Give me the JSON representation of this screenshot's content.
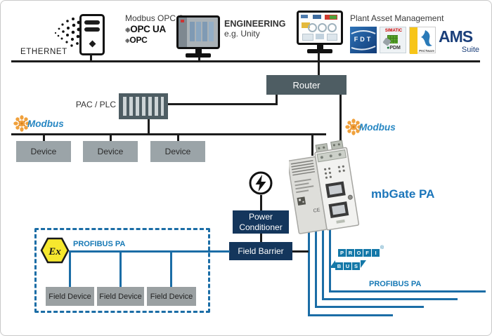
{
  "labels": {
    "ethernet": "ETHERNET"
  },
  "server": {
    "title": "Modbus OPC Server",
    "logo_opcua": "OPC UA",
    "logo_opc": "OPC"
  },
  "engineering": {
    "title": "ENGINEERING",
    "subtitle": "e.g. Unity"
  },
  "pam": {
    "title": "Plant Asset Management",
    "logos": {
      "fdt": "FDT",
      "simatic": "SIMATIC",
      "pdm": "PDM",
      "pactware": "PACTware",
      "ams": "AMS",
      "ams_suite": "Suite"
    }
  },
  "router": {
    "label": "Router"
  },
  "pac_plc": {
    "label": "PAC / PLC"
  },
  "modbus_left": {
    "label": "Modbus"
  },
  "modbus_right": {
    "label": "Modbus"
  },
  "devices": [
    "Device",
    "Device",
    "Device"
  ],
  "gateway": {
    "label": "mbGate PA"
  },
  "power_conditioner": {
    "line1": "Power",
    "line2": "Conditioner"
  },
  "field_barrier": {
    "label": "Field Barrier"
  },
  "profibus_logo": {
    "row1": [
      "P",
      "R",
      "O",
      "F",
      "I"
    ],
    "row2": [
      "B",
      "U",
      "S"
    ],
    "reg": "®"
  },
  "profibus_pa_label": "PROFIBUS PA",
  "hazardous_area": {
    "ex_label": "Ex",
    "bus_label": "PROFIBUS PA",
    "field_devices": [
      "Field Device",
      "Field Device",
      "Field Device"
    ]
  },
  "colors": {
    "line_black": "#1c1c1c",
    "line_blue": "#1b6da6",
    "slate": "#4e5d63",
    "navy": "#14365c",
    "device_gray": "#9ba4a8",
    "modbus_orange": "#f0a13c",
    "modbus_blue": "#2787c3",
    "ex_yellow": "#f6e82e",
    "profibus_blue": "#1478a8",
    "gateway_label_blue": "#1a75ba"
  }
}
